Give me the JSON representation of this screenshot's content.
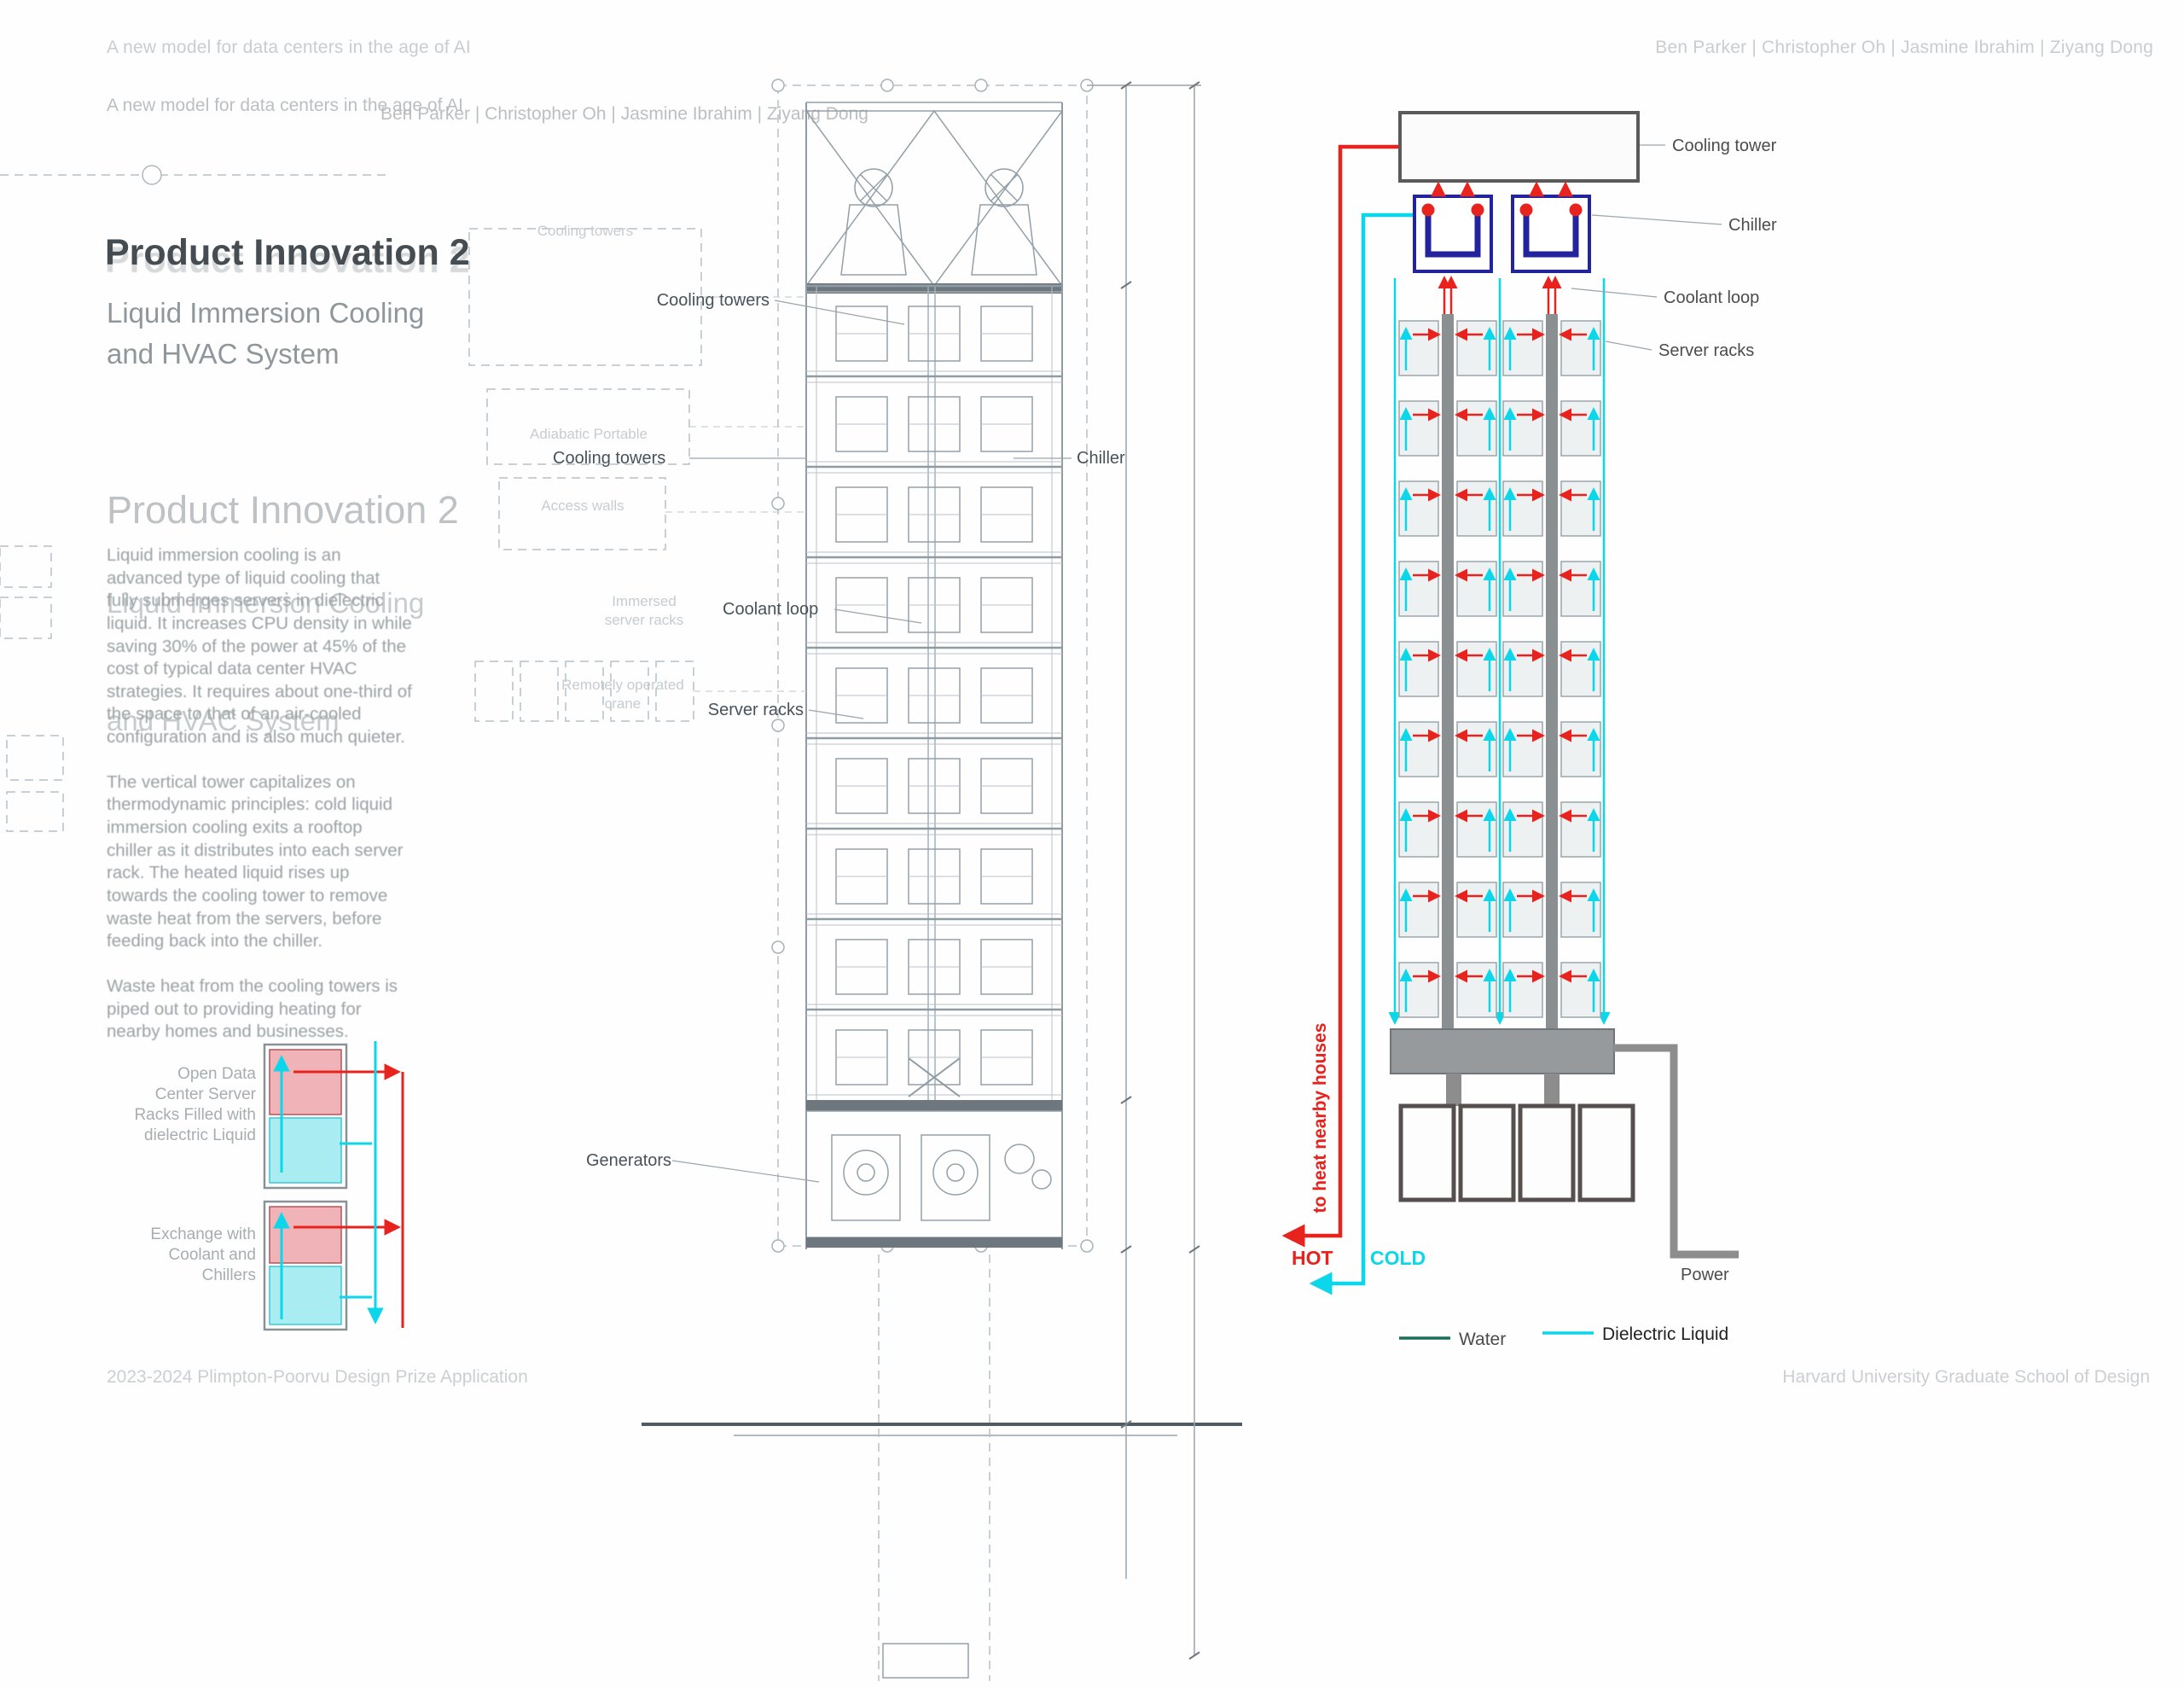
{
  "page": {
    "header": "A new model for data centers in the age of AI",
    "authors": "Ben Parker | Christopher Oh | Jasmine Ibrahim | Ziyang Dong",
    "footer_left": "2023-2024 Plimpton-Poorvu Design Prize Application",
    "footer_right": "Harvard University Graduate School of Design"
  },
  "left_column": {
    "title": "Product Innovation 2",
    "subtitle_line1": "Liquid Immersion Cooling",
    "subtitle_line2": "and HVAC System",
    "paragraph1": "Liquid immersion cooling is an advanced type of liquid cooling that fully submerges servers in dielectric liquid. It increases CPU density in while saving 30% of the power at 45% of the cost of typical data center HVAC strategies. It requires about one-third of the space to that of an air-cooled configuration and is also much quieter.",
    "paragraph2": "The vertical tower capitalizes on thermodynamic principles: cold liquid immersion cooling exits a rooftop chiller as it distributes into each server rack. The heated liquid rises up towards the cooling tower to remove waste heat from the servers, before feeding back into the chiller.",
    "paragraph3": "Waste heat from the cooling towers is piped out to providing heating for nearby homes and businesses.",
    "mini_diagram1_label": [
      "Open Data",
      "Center Server",
      "Racks Filled with",
      "dielectric Liquid"
    ],
    "mini_diagram2_label": [
      "Exchange with",
      "Coolant and",
      "Chillers"
    ]
  },
  "section_drawing": {
    "label_cooling_towers": "Cooling towers",
    "label_cooling_towers_2": "Cooling towers",
    "label_chiller": "Chiller",
    "label_coolant_loop": "Coolant loop",
    "label_server_racks": "Server racks",
    "label_generators": "Generators",
    "faint_labels": {
      "cooling_towers": "Cooling towers",
      "adiabatic_portable": "Adiabatic Portable",
      "access_walls": "Access walls",
      "immersed_line1": "Immersed",
      "immersed_line2": "server racks",
      "crane_line1": "Remotely operated",
      "crane_line2": "crane"
    }
  },
  "flow_diagram": {
    "label_cooling_tower": "Cooling tower",
    "label_chiller": "Chiller",
    "label_coolant_loop": "Coolant loop",
    "label_server_racks": "Server racks",
    "label_hot": "HOT",
    "label_cold": "COLD",
    "label_to_heat": "to heat nearby houses",
    "label_power": "Power",
    "legend": {
      "water": "Water",
      "dielectric": "Dielectric Liquid"
    },
    "colors": {
      "hot": "#e8231d",
      "cold": "#0bd6ea",
      "water": "#1d6e5a"
    }
  }
}
